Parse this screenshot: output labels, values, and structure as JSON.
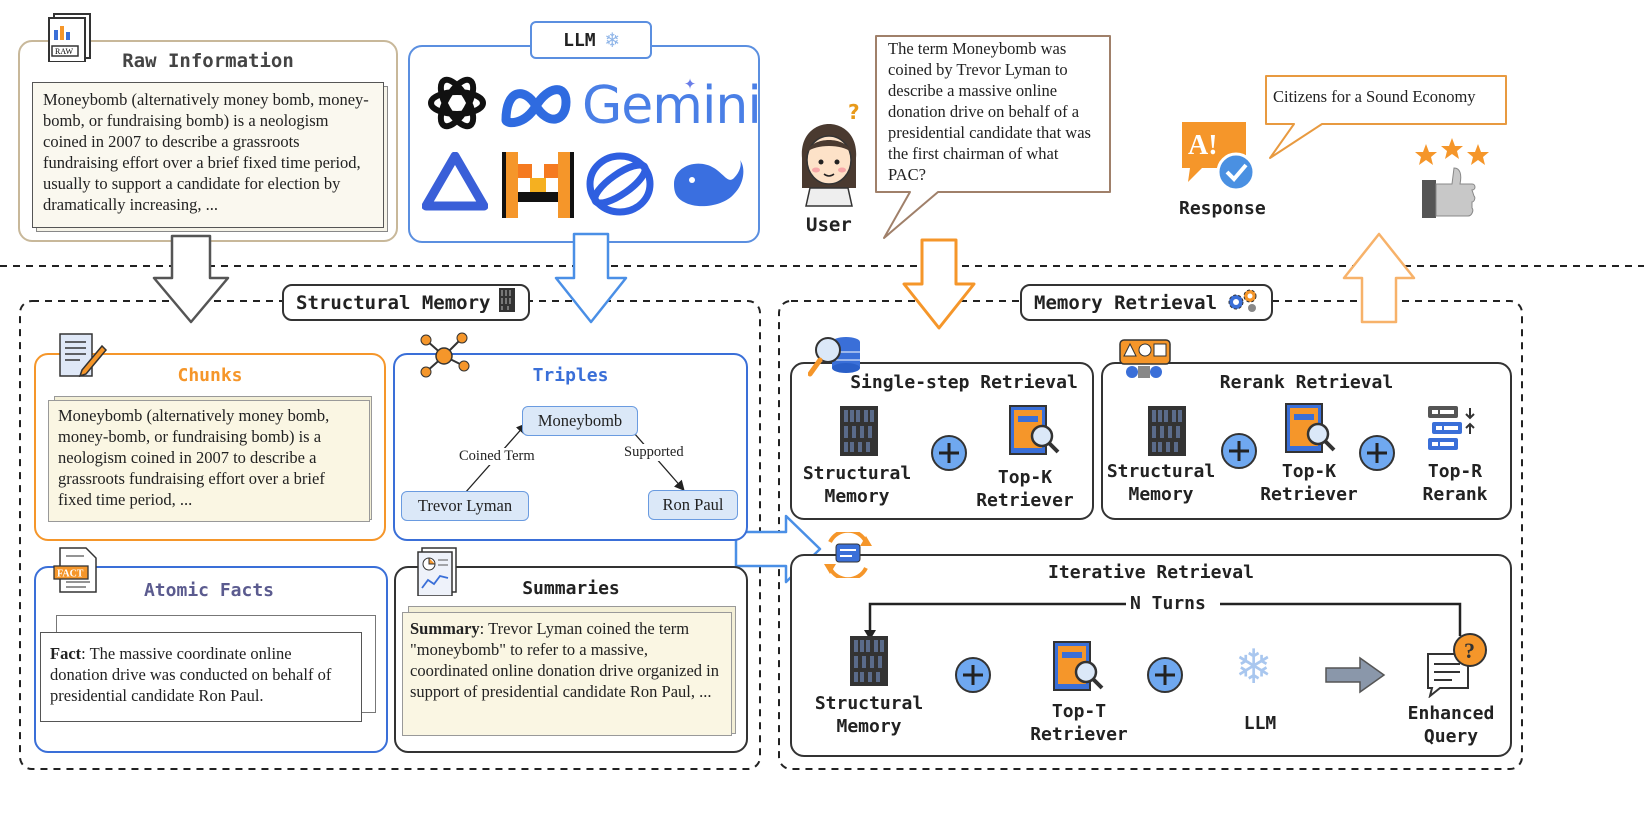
{
  "raw_information": {
    "title": "Raw Information",
    "text": "Moneybomb (alternatively money bomb, money-bomb, or fundraising bomb) is a neologism coined in 2007 to describe a grassroots fundraising effort over a brief fixed time period, usually to support a candidate for election by dramatically increasing, ...",
    "icon_tag": "RAW"
  },
  "llm": {
    "label": "LLM",
    "brand": "Gemini"
  },
  "user": {
    "label": "User",
    "question": "The term Moneybomb was coined by Trevor Lyman to describe a massive online donation drive on behalf of a presidential candidate that was the first chairman of what PAC?"
  },
  "response": {
    "label": "Response",
    "answer": "Citizens for a Sound Economy"
  },
  "structural_memory": {
    "title": "Structural Memory",
    "chunks": {
      "title": "Chunks",
      "text": "Moneybomb (alternatively money bomb, money-bomb, or fundraising bomb) is a neologism coined in 2007 to describe a grassroots fundraising effort over a brief fixed time period, ..."
    },
    "triples": {
      "title": "Triples",
      "nodes": [
        "Moneybomb",
        "Trevor Lyman",
        "Ron Paul"
      ],
      "edges": [
        "Coined Term",
        "Supported"
      ]
    },
    "atomic_facts": {
      "title": "Atomic Facts",
      "prefix": "Fact",
      "text": ": The massive coordinate online donation drive was conducted on behalf of presidential candidate Ron Paul.",
      "icon_tag": "FACT"
    },
    "summaries": {
      "title": "Summaries",
      "prefix": "Summary",
      "text": ": Trevor Lyman coined the term \"moneybomb\" to refer to a massive, coordinated online donation drive organized in support of presidential candidate Ron Paul, ..."
    }
  },
  "memory_retrieval": {
    "title": "Memory Retrieval",
    "single_step": {
      "title": "Single-step Retrieval",
      "items": [
        "Structural\nMemory",
        "Top-K\nRetriever"
      ]
    },
    "rerank": {
      "title": "Rerank Retrieval",
      "items": [
        "Structural\nMemory",
        "Top-K\nRetriever",
        "Top-R\nRerank"
      ]
    },
    "iterative": {
      "title": "Iterative Retrieval",
      "turns": "N Turns",
      "items": [
        "Structural\nMemory",
        "Top-T\nRetriever",
        "LLM",
        "Enhanced\nQuery"
      ]
    }
  },
  "colors": {
    "orange": "#f5962a",
    "blue": "#3a6fd8",
    "dark": "#333333",
    "purple": "#5b5b8f"
  }
}
